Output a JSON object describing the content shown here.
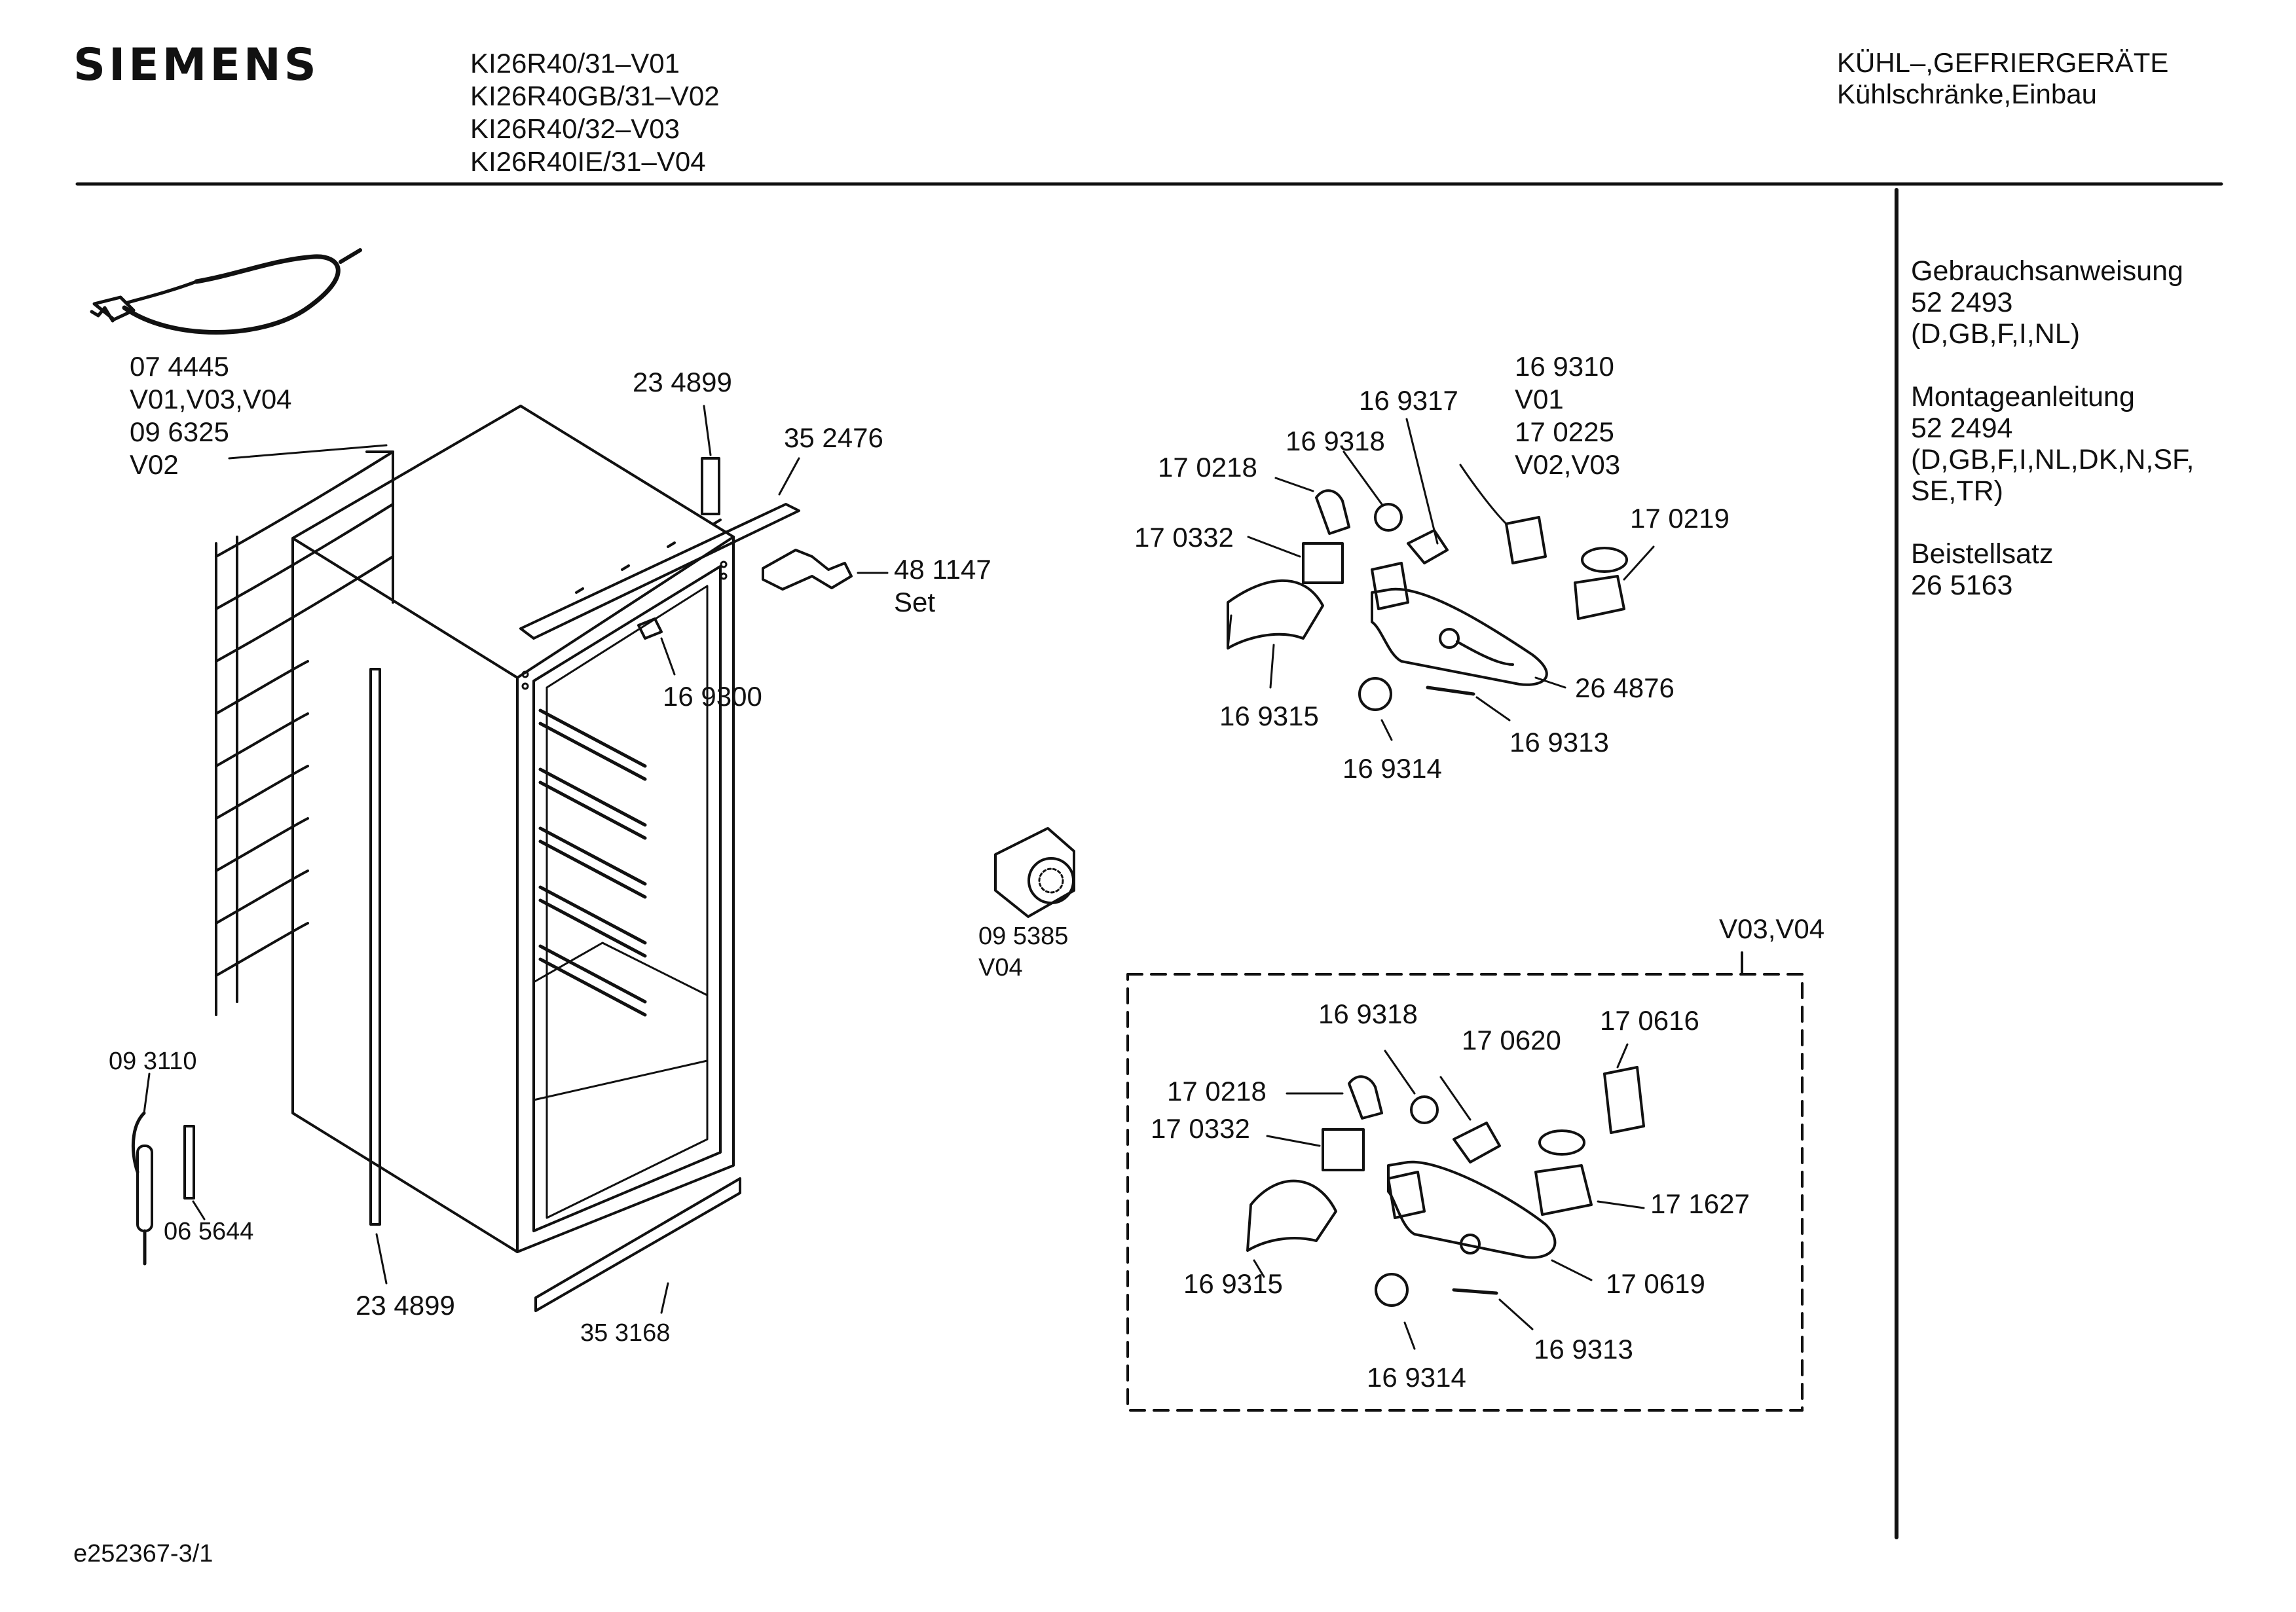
{
  "brand": "SIEMENS",
  "models": [
    "KI26R40/31–V01",
    "KI26R40GB/31–V02",
    "KI26R40/32–V03",
    "KI26R40IE/31–V04"
  ],
  "category": {
    "line1": "KÜHL–,GEFRIERGERÄTE",
    "line2": "Kühlschränke,Einbau"
  },
  "documents": {
    "manual": {
      "title": "Gebrauchsanweisung",
      "number": "52 2493",
      "langs": "(D,GB,F,I,NL)"
    },
    "mounting": {
      "title": "Montageanleitung",
      "number": "52 2494",
      "langs1": "(D,GB,F,I,NL,DK,N,SF,",
      "langs2": "SE,TR)"
    },
    "kit": {
      "title": "Beistellsatz",
      "number": "26 5163"
    }
  },
  "parts": {
    "cable": {
      "l1": "07 4445",
      "l2": "V01,V03,V04",
      "l3": "09 6325",
      "l4": "V02"
    },
    "p234899_top": "23 4899",
    "p352476": "35 2476",
    "p481147": {
      "l1": "48 1147",
      "l2": "Set"
    },
    "p169300": "16 9300",
    "p093110": "09 3110",
    "p065644": "06 5644",
    "p234899_bottom": "23 4899",
    "p353168": "35 3168",
    "p095385": {
      "l1": "09 5385",
      "l2": "V04"
    },
    "lamp_upper": {
      "p169310": {
        "l1": "16 9310",
        "l2": "V01",
        "l3": "17 0225",
        "l4": "V02,V03"
      },
      "p169317": "16 9317",
      "p169318": "16 9318",
      "p170218": "17 0218",
      "p170332": "17 0332",
      "p170219": "17 0219",
      "p169315": "16 9315",
      "p264876": "26 4876",
      "p169313": "16 9313",
      "p169314": "16 9314"
    },
    "lamp_lower": {
      "variant": "V03,V04",
      "p169318": "16 9318",
      "p170620": "17 0620",
      "p170616": "17 0616",
      "p170218": "17 0218",
      "p170332": "17 0332",
      "p171627": "17 1627",
      "p169315": "16 9315",
      "p170619": "17 0619",
      "p169313": "16 9313",
      "p169314": "16 9314"
    }
  },
  "footer": "e252367-3/1"
}
